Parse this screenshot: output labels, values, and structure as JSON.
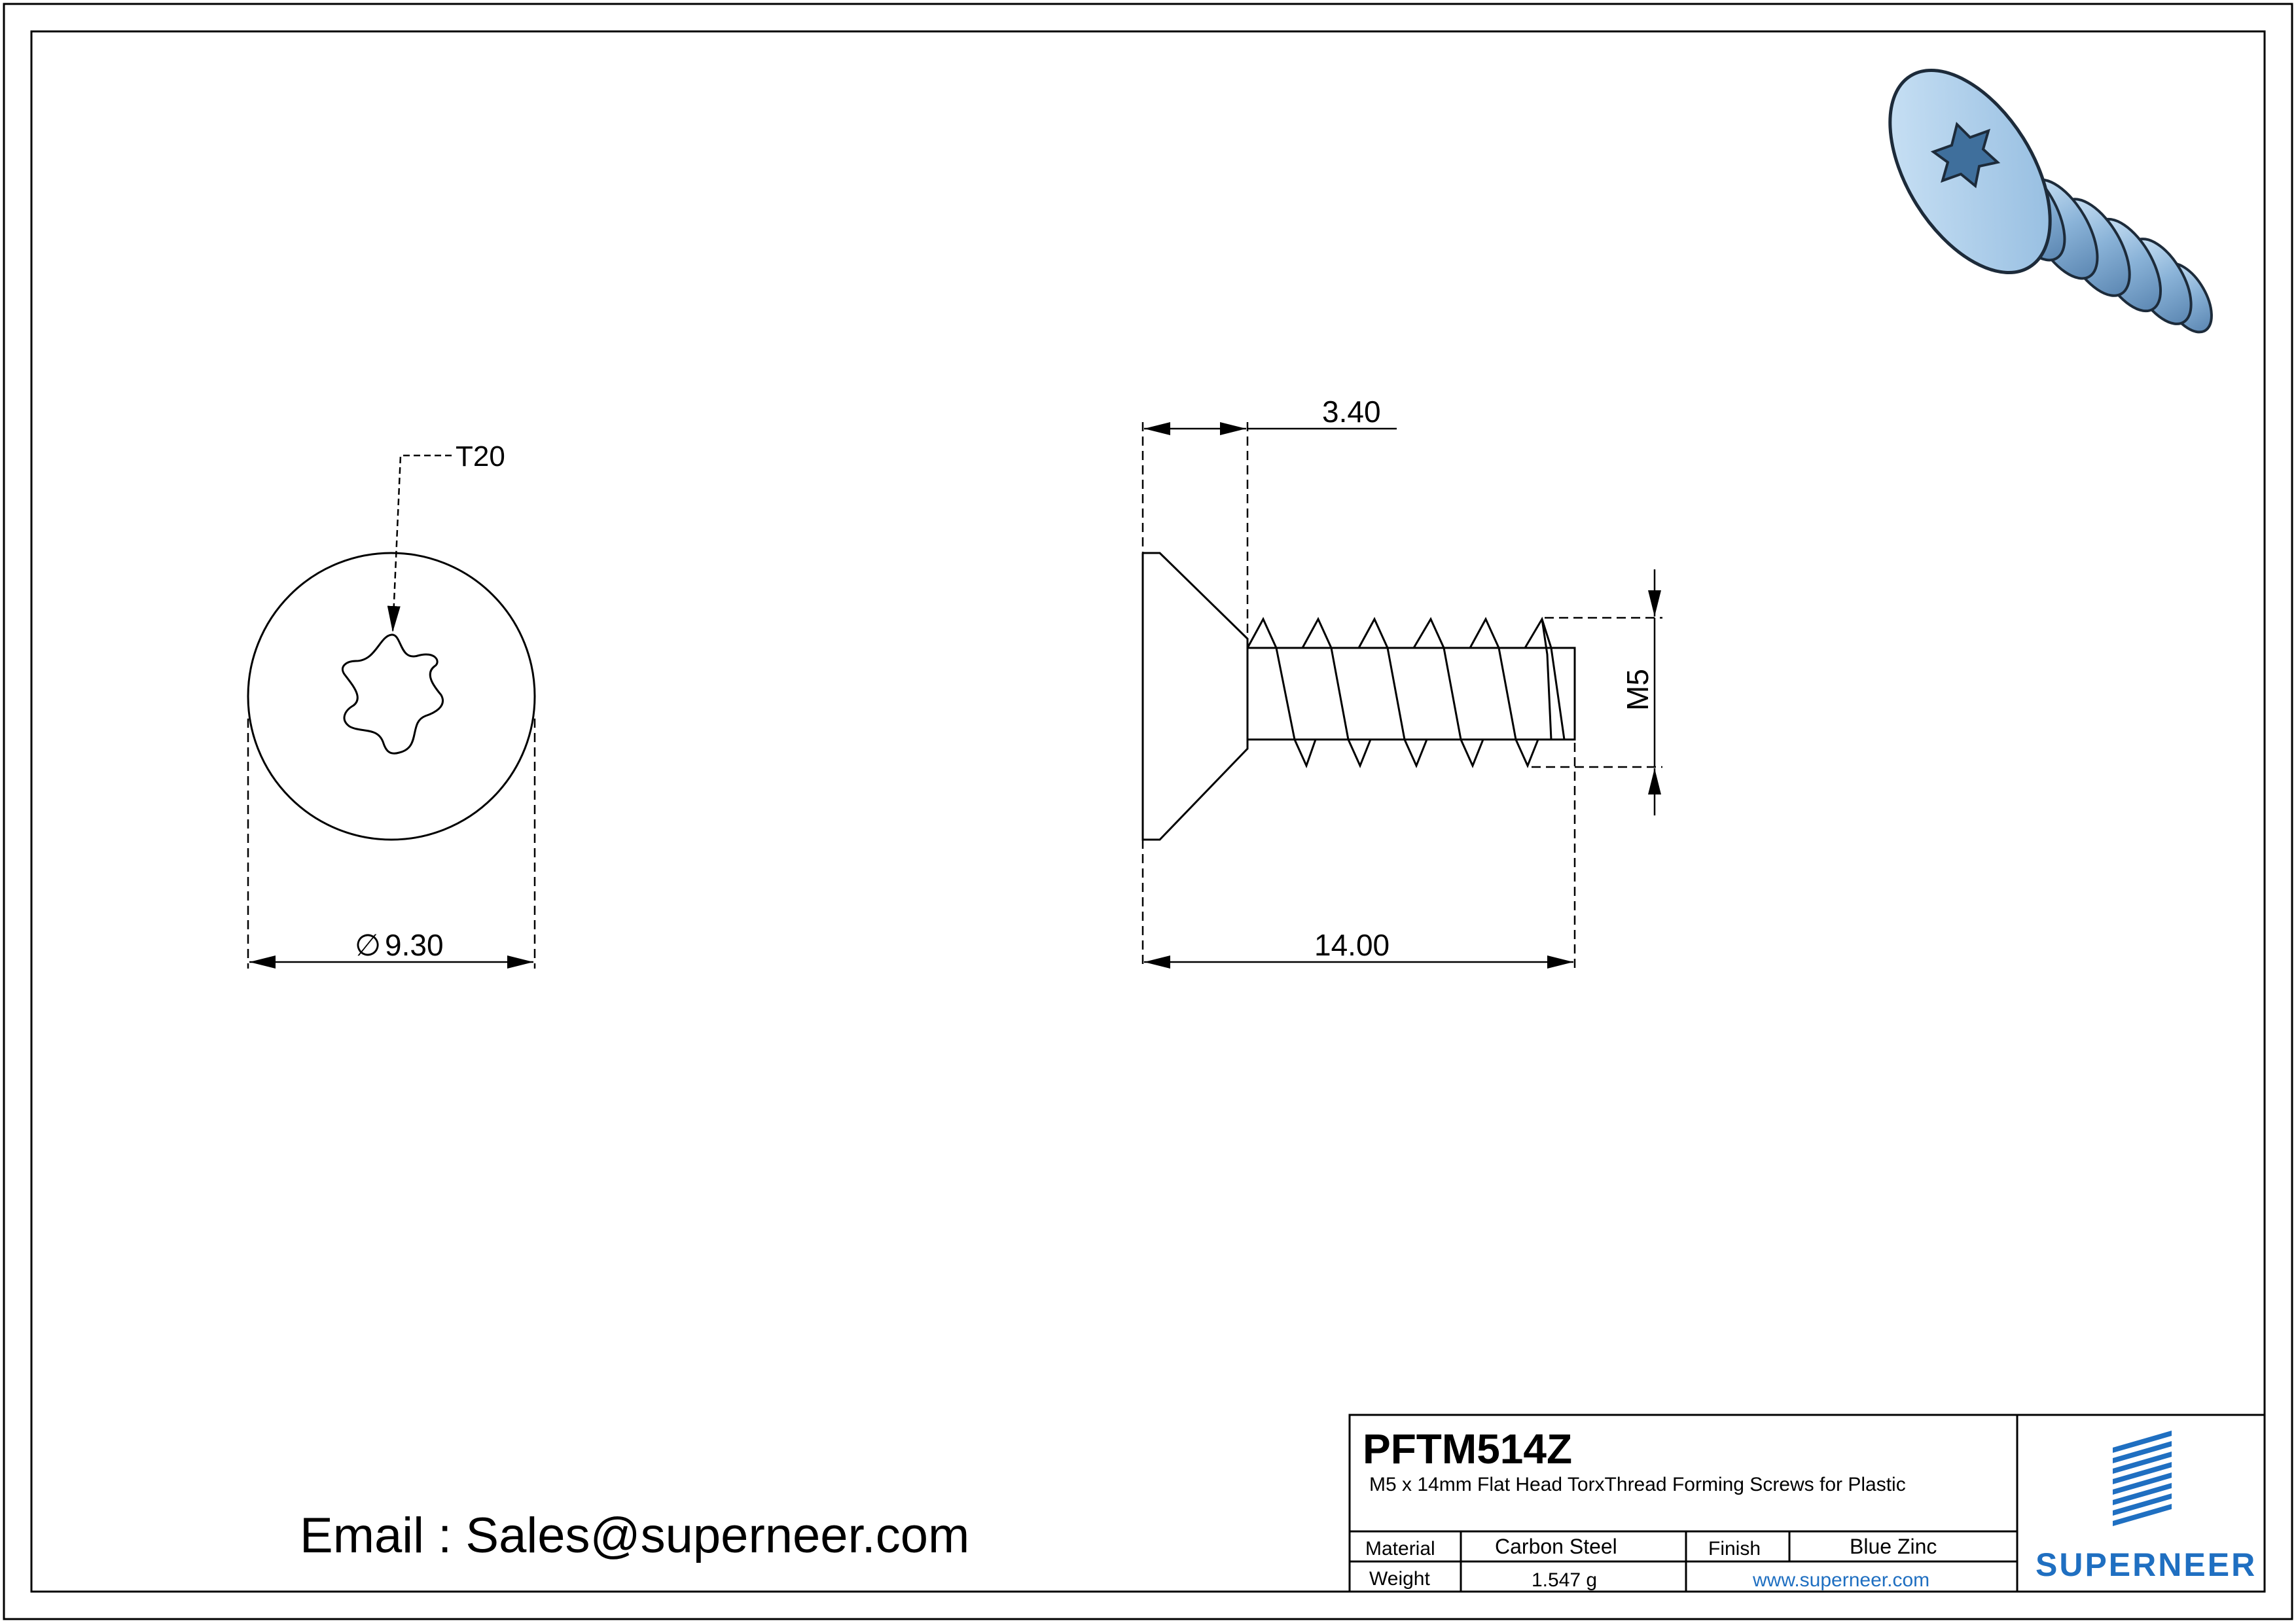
{
  "front_view": {
    "drive_callout": "T20",
    "diameter_symbol": "∅",
    "diameter_value": "9.30"
  },
  "side_view": {
    "head_height": "3.40",
    "length": "14.00",
    "thread_size": "M5"
  },
  "email": "Email : Sales@superneer.com",
  "title_block": {
    "part_number": "PFTM514Z",
    "description": "M5 x 14mm Flat Head TorxThread Forming Screws for Plastic",
    "material_label": "Material",
    "material_value": "Carbon Steel",
    "finish_label": "Finish",
    "finish_value": "Blue Zinc",
    "weight_label": "Weight",
    "weight_value": "1.547 g",
    "website": "www.superneer.com",
    "logo_text": "SUPERNEER"
  },
  "colors": {
    "line": "#000000",
    "brand_blue": "#1f6fc1",
    "screw_render": "#a9cdea"
  }
}
